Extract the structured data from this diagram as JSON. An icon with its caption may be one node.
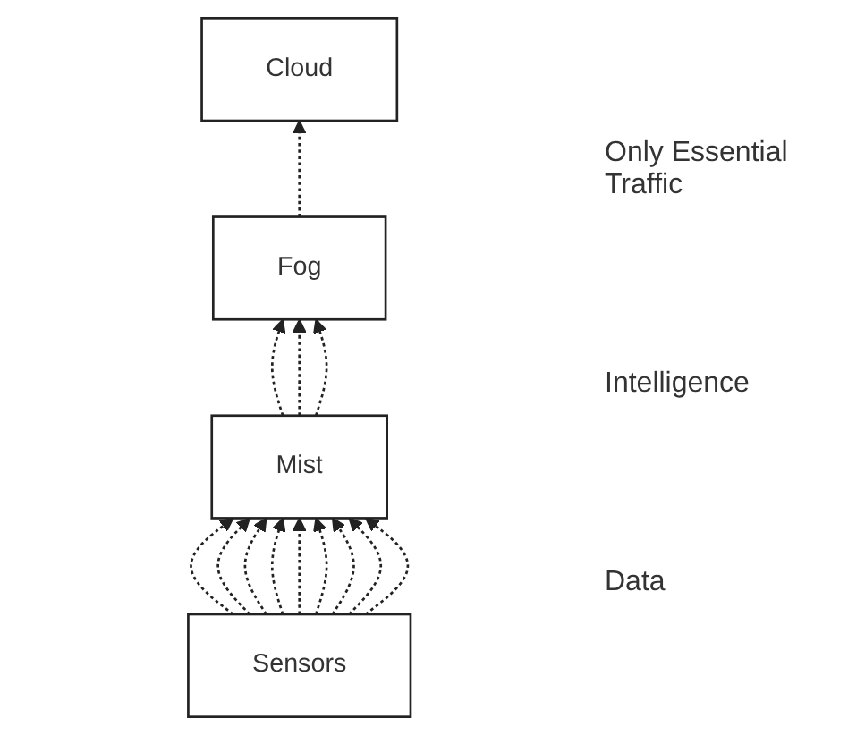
{
  "diagram": {
    "nodes": [
      {
        "text": [
          "Cloud"
        ]
      },
      {
        "text": [
          "Fog"
        ]
      },
      {
        "text": [
          "Mist"
        ]
      },
      {
        "text": [
          "Sensors"
        ]
      }
    ],
    "edges": [
      {
        "from": 1,
        "to": 0,
        "arrow": "to",
        "style": "dashed"
      },
      {
        "from": 2,
        "to": 1,
        "arrow": "to",
        "style": "dashed"
      },
      {
        "from": 2,
        "to": 1,
        "arrow": "to",
        "style": "dashed"
      },
      {
        "from": 2,
        "to": 1,
        "arrow": "to",
        "style": "dashed"
      },
      {
        "from": 3,
        "to": 2,
        "arrow": "to",
        "style": "dashed"
      },
      {
        "from": 3,
        "to": 2,
        "arrow": "to",
        "style": "dashed"
      },
      {
        "from": 3,
        "to": 2,
        "arrow": "to",
        "style": "dashed"
      },
      {
        "from": 3,
        "to": 2,
        "arrow": "to",
        "style": "dashed"
      },
      {
        "from": 3,
        "to": 2,
        "arrow": "to",
        "style": "dashed"
      },
      {
        "from": 3,
        "to": 2,
        "arrow": "to",
        "style": "dashed"
      },
      {
        "from": 3,
        "to": 2,
        "arrow": "to",
        "style": "dashed"
      },
      {
        "from": 3,
        "to": 2,
        "arrow": "to",
        "style": "dashed"
      },
      {
        "from": 3,
        "to": 2,
        "arrow": "to",
        "style": "dashed"
      }
    ],
    "labels": [
      "Only Essential Traffic",
      "Intelligence",
      "Data"
    ]
  }
}
